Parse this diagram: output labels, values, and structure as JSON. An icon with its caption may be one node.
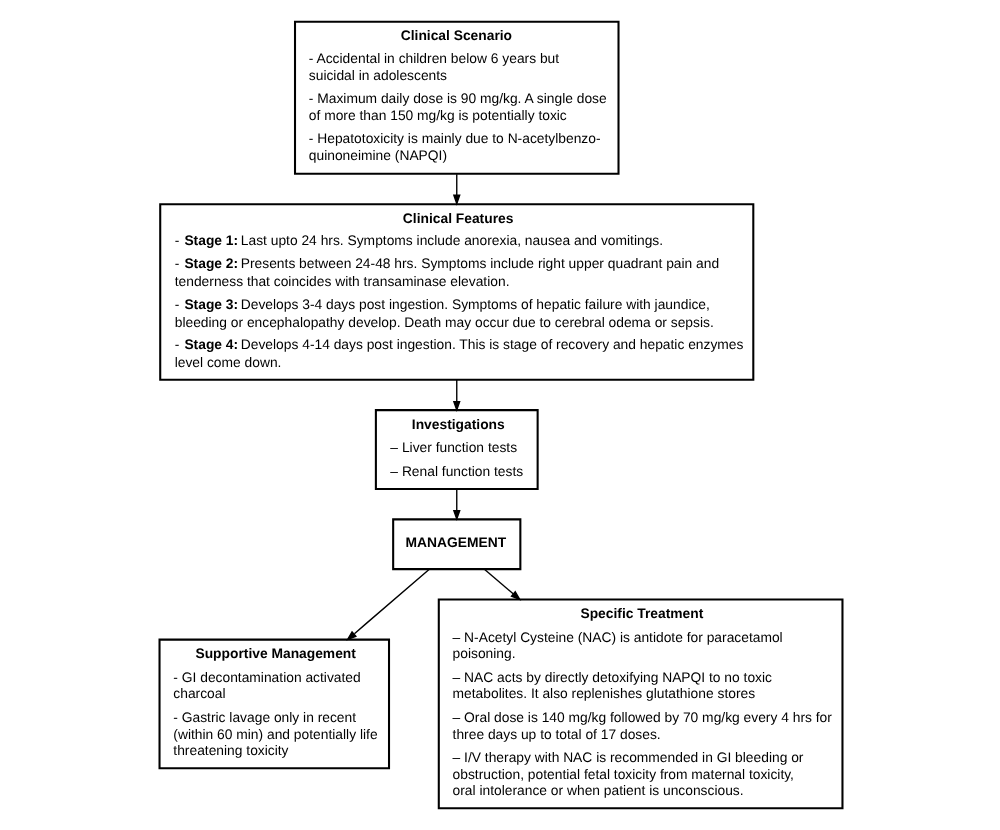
{
  "diagram": {
    "nodes": [
      {
        "text": [
          "Clinical Scenario",
          "- Accidental in children below 6 years but suicidal in adolescents",
          "- Maximum daily dose is 90 mg/kg. A single dose of more than 150 mg/kg is potentially toxic",
          "- Hepatotoxicity is mainly due to N-acetylbenzo-quinoneimine (NAPQI)"
        ]
      },
      {
        "text": [
          "Clinical Features",
          "- **Stage 1:** Last upto 24 hrs. Symptoms include anorexia, nausea and vomitings.",
          "- **Stage 2:** Presents between 24-48 hrs. Symptoms include right upper quadrant pain and tenderness that coincides with transaminase elevation.",
          "- **Stage 3:** Develops 3-4 days post ingestion. Symptoms of hepatic failure with jaundice, bleeding or encephalopathy develop. Death may occur due to cerebral odema or sepsis.",
          "- **Stage 4:** Develops 4-14 days post ingestion. This is stage of recovery and hepatic enzymes level come down."
        ]
      },
      {
        "text": [
          "Investigations",
          "– Liver function tests",
          "– Renal function tests"
        ]
      },
      {
        "text": [
          "MANAGEMENT"
        ]
      },
      {
        "text": [
          "Supportive Management",
          "- GI decontamination activated charcoal",
          "- Gastric lavage only in recent (within 60 min) and potentially life threatening toxicity"
        ]
      },
      {
        "text": [
          "Specific Treatment",
          "– N-Acetyl Cysteine (NAC) is antidote for paracetamol poisoning.",
          "– NAC acts by directly detoxifying NAPQI to no toxic metabolites. It also replenishes glutathione stores",
          "– Oral dose is 140 mg/kg followed by 70 mg/kg every 4 hrs for three days up to total of 17 doses.",
          "– I/V therapy with NAC is recommended in GI bleeding or obstruction, potential fetal toxicity from maternal toxicity, oral intolerance or when patient is unconscious."
        ]
      }
    ],
    "edges": [
      {
        "from": 0,
        "to": 1,
        "arrow": "to"
      },
      {
        "from": 1,
        "to": 2,
        "arrow": "to"
      },
      {
        "from": 2,
        "to": 3,
        "arrow": "to"
      },
      {
        "from": 3,
        "to": 4,
        "arrow": "to"
      },
      {
        "from": 3,
        "to": 5,
        "arrow": "to"
      }
    ]
  }
}
